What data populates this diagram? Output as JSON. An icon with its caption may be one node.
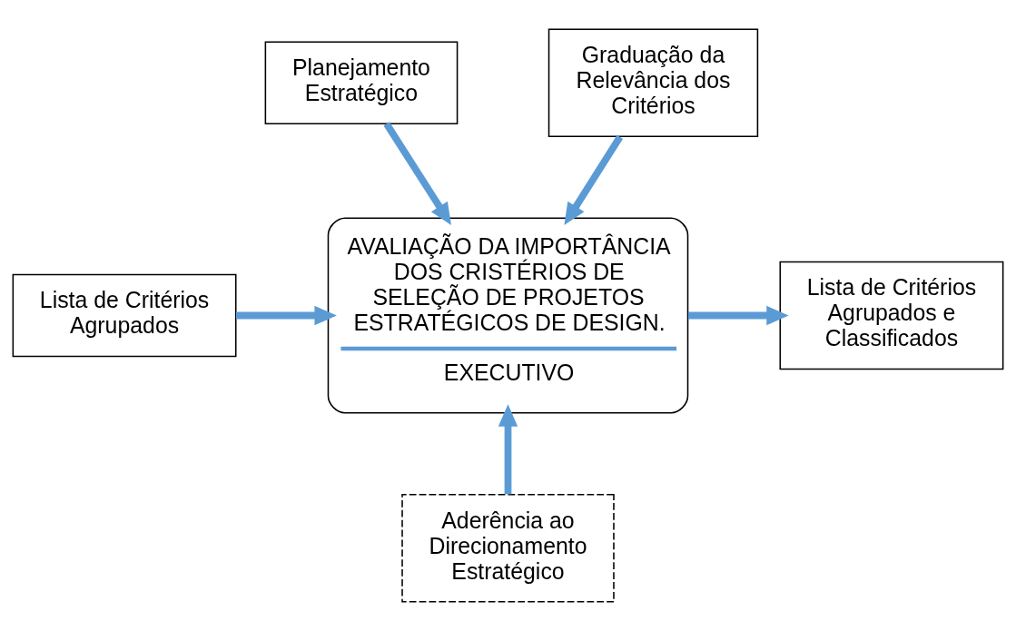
{
  "diagram": {
    "nodes": [
      {
        "text": [
          "Planejamento Estratégico"
        ]
      },
      {
        "text": [
          "Graduação da Relevância dos Critérios"
        ]
      },
      {
        "text": [
          "Lista de Critérios Agrupados"
        ]
      },
      {
        "text": [
          "AVALIAÇÃO DA IMPORTÂNCIA DOS CRISTÉRIOS DE SELEÇÃO DE PROJETOS ESTRATÉGICOS DE DESIGN.",
          "EXECUTIVO"
        ]
      },
      {
        "text": [
          "Lista de Critérios Agrupados e Classificados"
        ]
      },
      {
        "text": [
          "Aderência ao Direcionamento Estratégico"
        ]
      }
    ],
    "edges": [
      {
        "from": 0,
        "to": 3,
        "arrow": "to"
      },
      {
        "from": 1,
        "to": 3,
        "arrow": "to"
      },
      {
        "from": 2,
        "to": 3,
        "arrow": "to"
      },
      {
        "from": 3,
        "to": 4,
        "arrow": "to"
      },
      {
        "from": 5,
        "to": 3,
        "arrow": "to"
      }
    ]
  }
}
